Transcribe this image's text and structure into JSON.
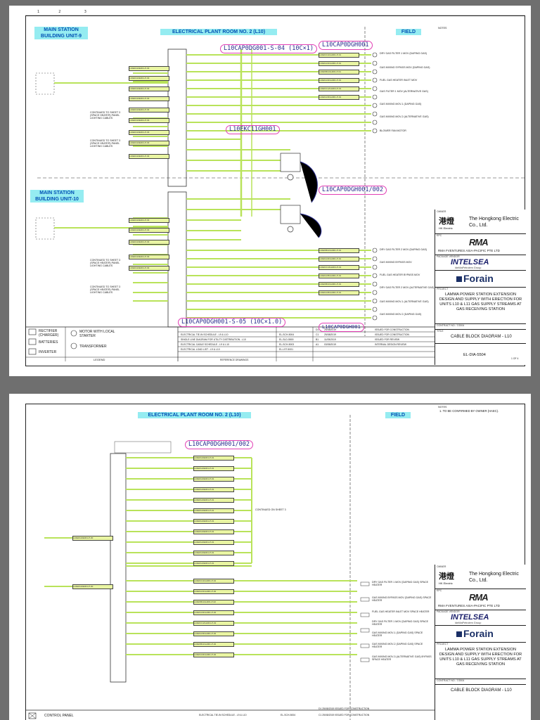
{
  "sheet1": {
    "header": {
      "main_station_a": "MAIN STATION BUILDING UNIT-9",
      "plant_room": "ELECTRICAL PLANT ROOM NO. 2 (L10)",
      "field": "FIELD",
      "main_station_b": "MAIN STATION BUILDING UNIT-10",
      "notes": "NOTES"
    },
    "annotations": [
      "L10CAP0DG001-S-04 (10C×1)",
      "L10CAP0DGH001",
      "L10EKC11GH001",
      "L10CAP0DGH001/002",
      "L10CAP0DGH001-S-05 (10C×1.0)",
      "L10CAP0DGH001"
    ],
    "cables_left": [
      "L10EFA10E001-P-03",
      "L10EFA10E001-P-03",
      "L10EFA10E001-P-03",
      "L10EFA10E001-P-03",
      "L10EFA10E001-P-03",
      "L10EFA10E001-P-03",
      "L10EFA10E001-P-03",
      "L10EFA10E001-P-03",
      "L10EFA10E001-P-03",
      "L10EFA10E001-P-03",
      "L10EFA10E001-P-03",
      "L10EFA10E001-P-03",
      "L10EFA10E001-P-03",
      "L10EFA10E001-P-03"
    ],
    "cables_right": [
      "L10EKC11GH001-P-01",
      "L10EKA31GH001-P-01",
      "L10EKB11GH001-P-01",
      "L10EKA32GH001-P-01",
      "L10EKC12GH001-P-01",
      "L10EKA33GH001-P-01",
      "L10EKB12GH001-P-01",
      "L10EKA34GH001-P-01",
      "L10EKC13GH001-P-01",
      "L10EKA35GH001-P-01",
      "L10EKB13GH001-P-01",
      "L10EKA36GH001-P-01"
    ],
    "field_devices": [
      "DRY GAS FILTER 1 MOV (DAPING GAS)",
      "GAS MIXING SYPASS MOV (DAPING GAS)",
      "FUEL GAS HEATER INLET MOV",
      "GAS FILTER 1 MOV (ALTERNATIVE GAS)",
      "GAS MIXING MOV-1 (DAPING GAS)",
      "GAS MIXING MOV-2 (ALTERNATIVE GAS)",
      "BLOWER FAN MOTOR",
      "DRY GAS FILTER 2 MOV (DAPING GAS)",
      "GAS MIXING BYPASS MOV",
      "FUEL GAS HEATER BYPASS MOV",
      "DRY GAS FILTER 2 MOV (ALTERNATIVE GAS)",
      "GAS MIXING MOV-1 (ALTERNATIVE GAS)",
      "GAS MIXING MOV-2 (DAPING GAS)"
    ],
    "left_notes": [
      "CONTINUED TO SHEET 3 (SPACE HEATER) PANEL LIGHTING CABLES",
      "CONTINUED TO SHEET 3 (SPACE HEATER) PANEL LIGHTING CABLES",
      "CONTINUED TO SHEET 3 (SPACE HEATER) PANEL LIGHTING CABLES",
      "CONTINUED TO SHEET 3 (SPACE HEATER) PANEL LIGHTING CABLES"
    ],
    "legend": {
      "rectifier": "RECTIFIER (CHARGER)",
      "batteries": "BATTERIES",
      "inverter": "INVERTER",
      "motor": "MOTOR WITH LOCAL STARTER",
      "transformer": "TRANSFORMER",
      "legend_caption": "LEGEND"
    },
    "references": {
      "caption": "REFERENCE DRAWINGS",
      "rows": [
        {
          "desc": "ELECTRICAL TIE-IN SCHEDULE - L9 & L10",
          "no": "EL-SCH-5004",
          "rev": "D1",
          "date": "25/08/2019",
          "status": "ISSUED FOR CONSTRUCTION"
        },
        {
          "desc": "SINGLE LINE DIAGRAM FOR UTILITY DISTRIBUTION - L10",
          "no": "EL-SLD-5500",
          "rev": "C1",
          "date": "25/08/2019",
          "status": "ISSUED FOR CONSTRUCTION"
        },
        {
          "desc": "ELECTRICAL CABLE SCHEDULE - L9 & L10",
          "no": "EL-SCH-5003",
          "rev": "B1",
          "date": "11/05/2019",
          "status": "ISSUED FOR REVIEW"
        },
        {
          "desc": "ELECTRICAL LOAD LIST - L9 & L10",
          "no": "EL-LST-5001",
          "rev": "A1",
          "date": "03/05/2019",
          "status": "INTERNAL DESIGN REVIEW"
        }
      ]
    },
    "title_block": {
      "owner_caption": "OWNER",
      "owner": "The Hongkong Electric Co., Ltd.",
      "he_mark": "港燈",
      "he_sub": "HK Electric",
      "epc_caption": "EPC",
      "rma": "RMA",
      "rma_sub": "RMA FVENTURES ASIA-PACIFIC PTE LTD",
      "package_caption": "PACKAGE VENDOR",
      "intelsea": "INTELSEA",
      "intelsea_sub": "IdeMaPetrolem Group",
      "forain": "Forain",
      "project_caption": "PROJECT",
      "project": "LAMMA POWER STATION EXTENSION DESIGN AND SUPPLY WITH ERECTION FOR UNITS L10 & L11 GAS SUPPLY STREAMS AT GAS RECEIVING STATION",
      "contract_no": "CONTRACT NO.: 7/2004",
      "title_caption": "TITLE",
      "drawing_title": "CABLE BLOCK DIAGRAM - L10",
      "drawing_no": "EL-DIA-5504",
      "sheet": "1 OF 4"
    }
  },
  "sheet2": {
    "header": {
      "plant_room": "ELECTRICAL PLANT ROOM NO. 2 (L10)",
      "field": "FIELD",
      "notes_caption": "NOTES",
      "note1": "1.  TO BE CONFIRMED BY OWNER (HAEC)."
    },
    "annotation": "L10CAP0DGH001/002",
    "cables_top": [
      "L10EFA10E001-P-01",
      "L10EFA10E001-P-01",
      "L10EFA10E001-P-01",
      "L10EFA10E001-P-01",
      "L10EFA10E001-P-01",
      "L10EFA10E001-P-01",
      "L10EFA10E001-P-01",
      "L10EFA10E001-P-01",
      "L10EFA10E001-P-01",
      "L10EFA10E001-P-01",
      "L10EFA10E001-P-01"
    ],
    "continued_note": "CONTINUED ON SHEET 3",
    "left_feed": "L10EFA10E001-P-00",
    "left_feed2": "L10EFA10E001-P-00",
    "cables_bottom": [
      "L10EKC11GH001-P-02",
      "L10EKA31GH001-P-02",
      "L10EKB11GH001-P-02",
      "L10EKA32GH001-P-02",
      "L10EKC12GH001-P-02",
      "L10EKA33GH001-P-02",
      "L10EKB12GH001-P-02",
      "L10EKA34GH001-P-02"
    ],
    "space_heaters": [
      "DRY GAS FILTER 1 MOV (DAPING GAS) SPACE HEATER",
      "GAS MIXING BYPASS MOV (DAPING GAS) SPACE HEATER",
      "FUEL GAS HEATER INLET MOV SPACE HEATER",
      "DRY GAS FILTER 1 MOV (DAPING GAS) SPACE HEATER",
      "GAS MIXING MOV-1 (DAPING GAS) SPACE HEATER",
      "GAS MIXING MOV-2 (DAPING GAS) SPACE HEATER",
      "GAS MIXING MOV-3 (ALTERNATIVE GAS) BYPASS SPACE HEATER"
    ],
    "legend_control_panel": "CONTROL PANEL",
    "ref_row": "ELECTRICAL TIE-IN SCHEDULE - L9 & L10",
    "ref_no": "EL-SCH-5004",
    "revs": [
      "D1  25/08/2019  ISSUED FOR CONSTRUCTION",
      "C1  25/08/2019  ISSUED FOR CONSTRUCTION"
    ],
    "title_block": {
      "owner_caption": "OWNER",
      "owner": "The Hongkong Electric Co., Ltd.",
      "he_mark": "港燈",
      "he_sub": "HK Electric",
      "epc_caption": "EPC",
      "rma": "RMA",
      "rma_sub": "RMA FVENTURES ASIA-PACIFIC PTE LTD",
      "package_caption": "PACKAGE VENDOR",
      "intelsea": "INTELSEA",
      "intelsea_sub": "IdeMaPetrolem Group",
      "forain": "Forain",
      "project_caption": "PROJECT",
      "project": "LAMMA POWER STATION EXTENSION DESIGN AND SUPPLY WITH ERECTION FOR UNITS L10 & L11 GAS SUPPLY STREAMS AT GAS RECEIVING STATION",
      "contract_no": "CONTRACT NO.: 7/2004",
      "drawing_title": "CABLE BLOCK DIAGRAM - L10"
    }
  },
  "colors": {
    "highlight_green": "#b9e35a",
    "highlight_cyan": "#3edce6",
    "annotation_pink": "#e23fb5",
    "cable_tag": "#e9f5a2"
  }
}
